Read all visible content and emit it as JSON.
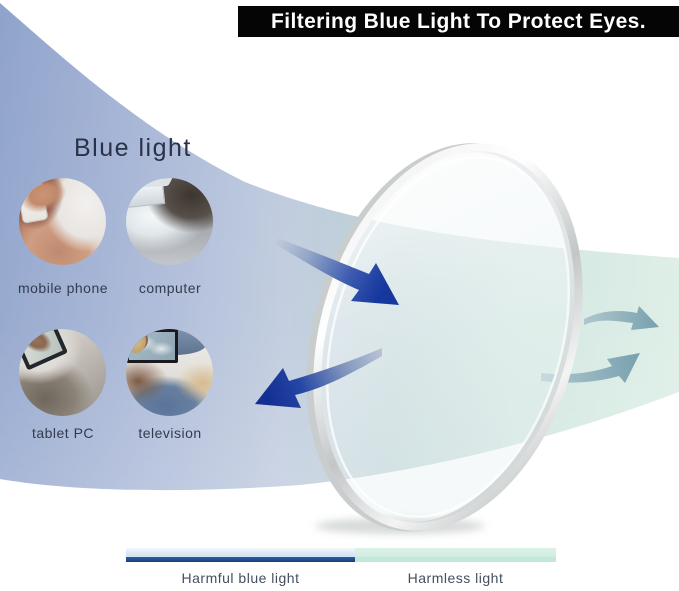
{
  "header": {
    "title": "Filtering Blue Light To Protect Eyes."
  },
  "main": {
    "section_label": "Blue light",
    "devices": [
      {
        "label": "mobile phone"
      },
      {
        "label": "computer"
      },
      {
        "label": "tablet PC"
      },
      {
        "label": "television"
      }
    ],
    "lens": {
      "name": "blue light filtering lens"
    }
  },
  "legend": {
    "harmful_label": "Harmful blue light",
    "harmless_label": "Harmless light"
  },
  "colors": {
    "banner_bg": "#050505",
    "banner_text": "#ffffff",
    "swoosh_left_blue": "#8fa3cb",
    "swoosh_mid_teal": "#b9cfd2",
    "swoosh_right_mint": "#dceee6",
    "blue_arrow": "#16379d",
    "harmless_arrow": "#7da4b2",
    "harmful_bar_line": "#1d4c92",
    "harmless_bar": "#d0ece1",
    "title_text": "#2a3248",
    "label_text": "#333b4e"
  }
}
